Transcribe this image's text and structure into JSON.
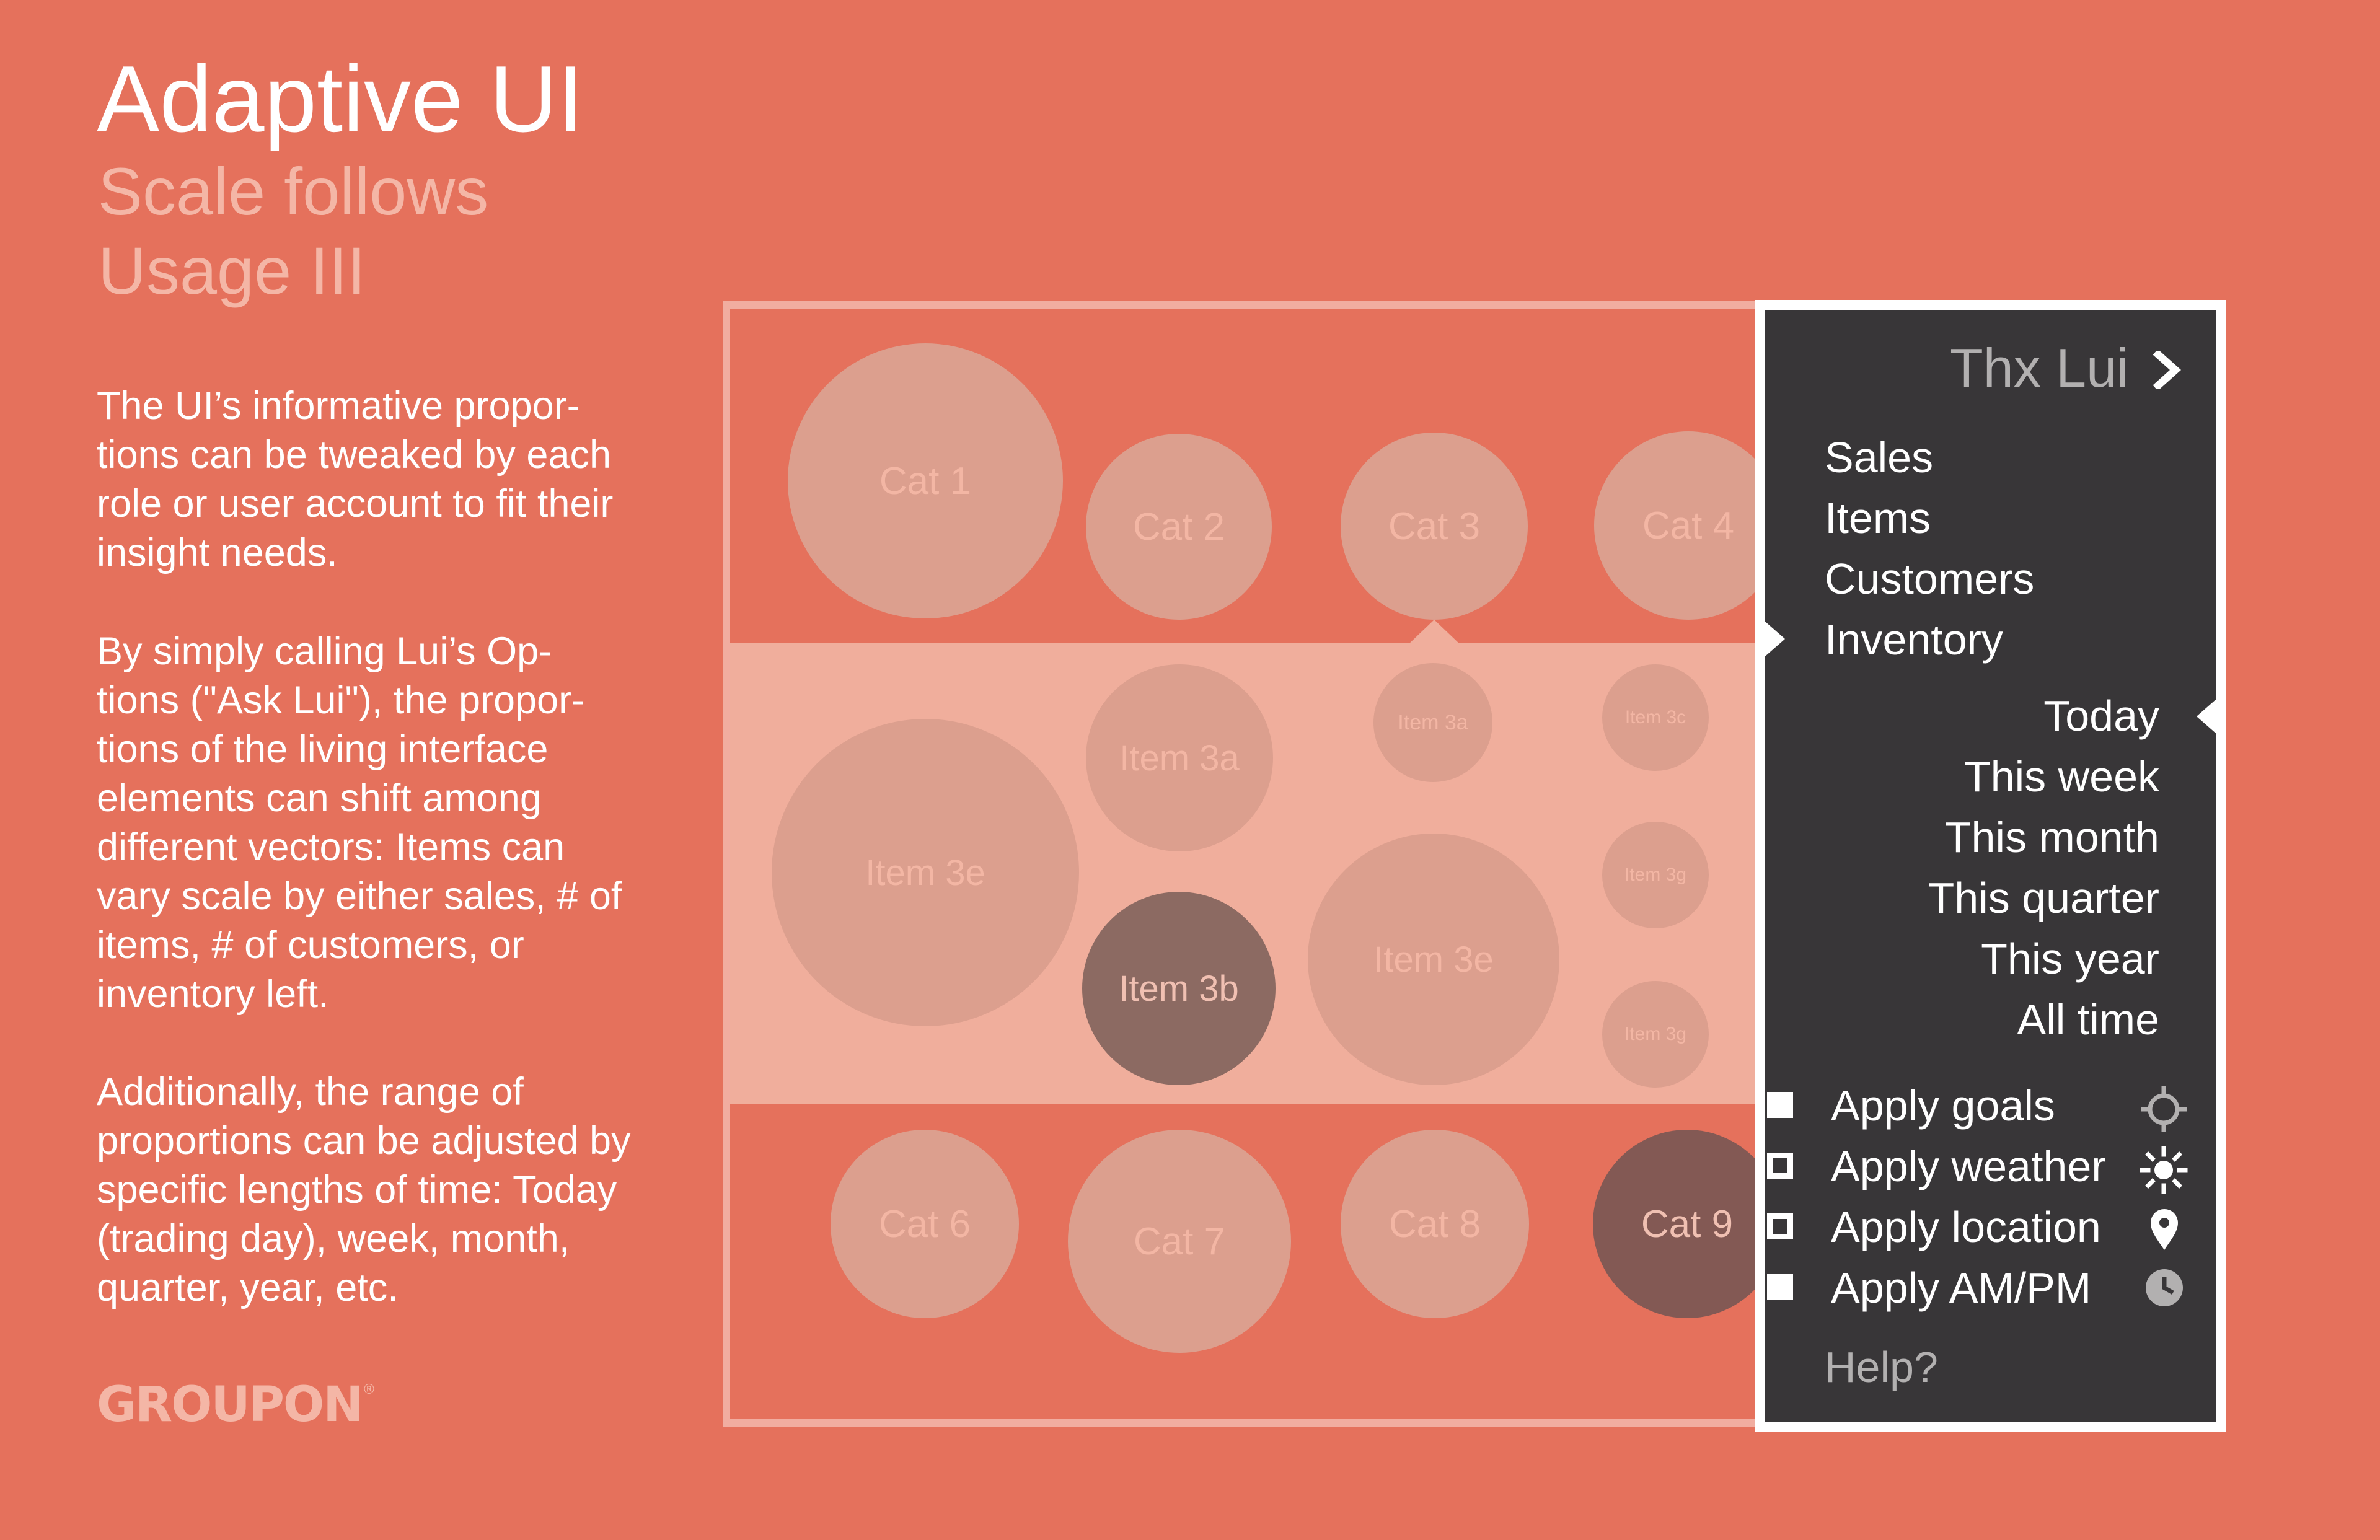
{
  "header": {
    "title": "Adaptive UI",
    "subtitle_line1": "Scale follows",
    "subtitle_line2": "Usage III"
  },
  "description": {
    "p1": "The UI’s informative propor- tions can be tweaked by each role or user account to fit their insight needs.",
    "p2": "By simply calling Lui’s Op- tions (\"Ask Lui\"), the propor- tions of the living interface elements can shift among different vectors: Items can vary scale by either sales, # of items, # of customers, or inventory left.",
    "p3": "Additionally, the range of proportions can be adjusted by specific lengths of time: Today (trading day), week, month, quarter, year, etc."
  },
  "logo": {
    "text": "GROUPON",
    "mark": "®"
  },
  "categories_top": [
    "Cat 1",
    "Cat 2",
    "Cat 3",
    "Cat 4"
  ],
  "items": {
    "large_left": "Item 3e",
    "a_mid": "Item 3a",
    "b_mid": "Item 3b",
    "e_center": "Item 3e",
    "a_small": "Item 3a",
    "c_small": "Item 3c",
    "g_small_1": "Item 3g",
    "g_small_2": "Item 3g"
  },
  "categories_bottom": [
    "Cat 6",
    "Cat 7",
    "Cat 8",
    "Cat 9"
  ],
  "panel": {
    "close_label": "Thx Lui",
    "close_icon": "chevron-right-icon",
    "metrics": [
      "Sales",
      "Items",
      "Customers",
      "Inventory"
    ],
    "selected_metric": "Inventory",
    "ranges": [
      "Today",
      "This week",
      "This month",
      "This quarter",
      "This year",
      "All time"
    ],
    "selected_range": "Today",
    "options": [
      {
        "label": "Apply goals",
        "checked": true,
        "icon": "target-icon"
      },
      {
        "label": "Apply weather",
        "checked": false,
        "icon": "sun-icon"
      },
      {
        "label": "Apply location",
        "checked": false,
        "icon": "location-pin-icon"
      },
      {
        "label": "Apply AM/PM",
        "checked": true,
        "icon": "clock-icon"
      }
    ],
    "help_label": "Help?"
  },
  "colors": {
    "background": "#e5715c",
    "band": "#f0ae9c",
    "panel": "#383638",
    "bubble": "#dc9f8e",
    "bubble_highlight": "#8c6a62"
  }
}
